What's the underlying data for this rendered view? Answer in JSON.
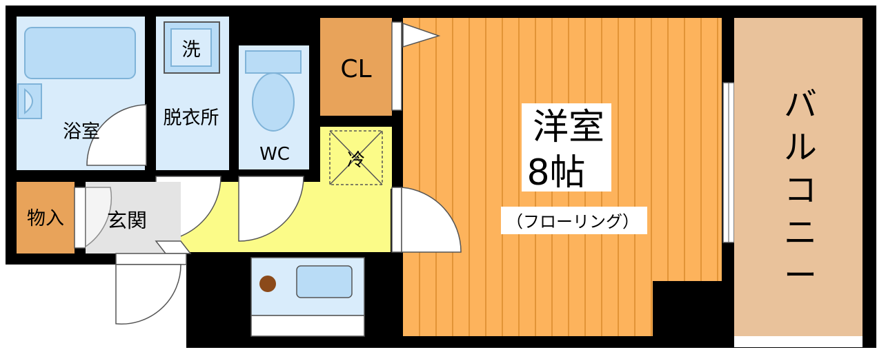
{
  "rooms": {
    "bath": "浴室",
    "washer": "洗",
    "dressing": "脱衣所",
    "wc": "WC",
    "closet": "CL",
    "fridge": "冷",
    "storage": "物入",
    "entrance": "玄関",
    "western_room": "洋室",
    "western_size": "8帖",
    "flooring": "（フローリング）",
    "balcony": "バルコニー"
  },
  "colors": {
    "wall": "#000000",
    "bath_blue": "#d9ecfb",
    "fixture_blue": "#b9dcf6",
    "closet_brown": "#e8a35a",
    "corridor_yellow": "#fbfb88",
    "entrance_gray": "#e4e4e4",
    "floor_orange": "#fdb35c",
    "floor_lines": "#d98a2b",
    "balcony_tan": "#e9c29b"
  }
}
